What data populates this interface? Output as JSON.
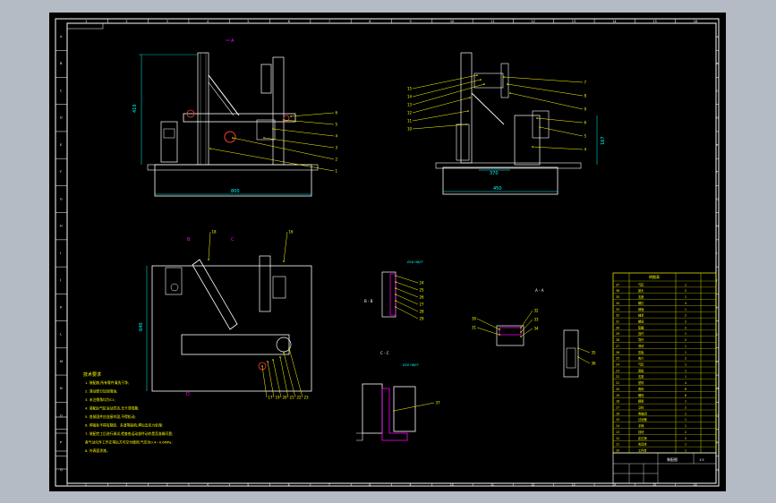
{
  "colors": {
    "frame": "#ffffff",
    "outline": "#ffffff",
    "leader": "#ffff00",
    "dimension": "#00ffff",
    "highlight": "#ff00ff",
    "fixture": "#ff3b3b",
    "background": "#000000",
    "chrome": "#b4bbc4"
  },
  "border_zones": {
    "top": [
      "1",
      "2",
      "3",
      "4",
      "5",
      "6",
      "7",
      "8",
      "9",
      "10",
      "11",
      "12",
      "13",
      "14",
      "15",
      "16"
    ],
    "side": [
      "A",
      "B",
      "C",
      "D",
      "E",
      "F",
      "G",
      "H",
      "I",
      "J",
      "K",
      "L",
      "M",
      "N",
      "O",
      "P",
      "Q"
    ]
  },
  "views": {
    "front_view": {
      "section_label": "A",
      "height_dim": "410",
      "base_dim": "800",
      "balloons": [
        "6",
        "5",
        "4",
        "3",
        "2",
        "1"
      ]
    },
    "side_view": {
      "dim_left": "370",
      "dim_base": "450",
      "dim_right": "167",
      "balloons_left": [
        "15",
        "14",
        "13",
        "12",
        "11",
        "10"
      ],
      "balloons_right": [
        "7",
        "8",
        "9",
        "6",
        "5",
        "4"
      ]
    },
    "plan_view": {
      "section_label_left": "B",
      "section_label_right": "C",
      "height_dim": "640",
      "balloons_top": [
        "18",
        "16"
      ],
      "balloons_bottom": [
        "17",
        "19",
        "20",
        "21",
        "22",
        "23"
      ],
      "section_bottom_label": "D"
    },
    "detail_a": {
      "title": "B - B",
      "dim_note": "Ø16 H8/f7",
      "balloons": [
        "24",
        "25",
        "26",
        "27",
        "28",
        "29"
      ]
    },
    "detail_b": {
      "title": "A - A",
      "balloons_left": [
        "30",
        "31"
      ],
      "balloons_right": [
        "32",
        "33",
        "34"
      ]
    },
    "detail_c": {
      "balloons": [
        "35",
        "36"
      ]
    },
    "detail_d": {
      "title": "C - C",
      "dim_note": "Ø20 H8/f7",
      "balloons": [
        "37"
      ]
    }
  },
  "tech_requirements": {
    "heading": "技术要求",
    "items": [
      "1. 装配前,所有零件清洗干净;",
      "2. 滑动部分加润滑油;",
      "3. 未注倒角均为C1;",
      "4. 装配后气缸运动灵活,无卡滞现象;",
      "5. 各紧固件应连接牢固,不得松动;",
      "6. 焊接处不得有裂纹、夹渣等缺陷,焊后去应力处理;",
      "7. 装配完工后进行调试,检查各运动部件动作是否准确可靠;",
      "   各气动元件工作正常后方可交付使用,气压为0.4~0.6MPa;",
      "8. 外表面涂漆。"
    ]
  },
  "parts_list": {
    "header_title": "明细表",
    "rows": [
      {
        "no": "37",
        "name": "气缸",
        "qty": "1"
      },
      {
        "no": "36",
        "name": "接头",
        "qty": "2"
      },
      {
        "no": "35",
        "name": "支座",
        "qty": "1"
      },
      {
        "no": "34",
        "name": "螺钉",
        "qty": "4"
      },
      {
        "no": "33",
        "name": "销轴",
        "qty": "1"
      },
      {
        "no": "32",
        "name": "轴承",
        "qty": "2"
      },
      {
        "no": "31",
        "name": "螺母",
        "qty": "2"
      },
      {
        "no": "30",
        "name": "垫圈",
        "qty": "2"
      },
      {
        "no": "29",
        "name": "连杆",
        "qty": "1"
      },
      {
        "no": "28",
        "name": "导杆",
        "qty": "2"
      },
      {
        "no": "27",
        "name": "滑块",
        "qty": "1"
      },
      {
        "no": "26",
        "name": "压板",
        "qty": "1"
      },
      {
        "no": "25",
        "name": "夹爪",
        "qty": "2"
      },
      {
        "no": "24",
        "name": "气缸",
        "qty": "1"
      },
      {
        "no": "23",
        "name": "底板",
        "qty": "1"
      },
      {
        "no": "22",
        "name": "支架",
        "qty": "1"
      },
      {
        "no": "21",
        "name": "型材",
        "qty": "4"
      },
      {
        "no": "20",
        "name": "角码",
        "qty": "8"
      },
      {
        "no": "19",
        "name": "螺栓",
        "qty": "8"
      },
      {
        "no": "18",
        "name": "横梁",
        "qty": "1"
      },
      {
        "no": "17",
        "name": "立柱",
        "qty": "2"
      },
      {
        "no": "16",
        "name": "电磁阀",
        "qty": "1"
      },
      {
        "no": "15",
        "name": "过滤器",
        "qty": "1"
      },
      {
        "no": "14",
        "name": "手柄",
        "qty": "1"
      },
      {
        "no": "13",
        "name": "挡块",
        "qty": "2"
      },
      {
        "no": "12",
        "name": "定位销",
        "qty": "2"
      },
      {
        "no": "11",
        "name": "夹具体",
        "qty": "1"
      },
      {
        "no": "10",
        "name": "工作台",
        "qty": "1"
      }
    ]
  },
  "title_block": {
    "drawing_title": "装配图",
    "scale": "1:5"
  }
}
